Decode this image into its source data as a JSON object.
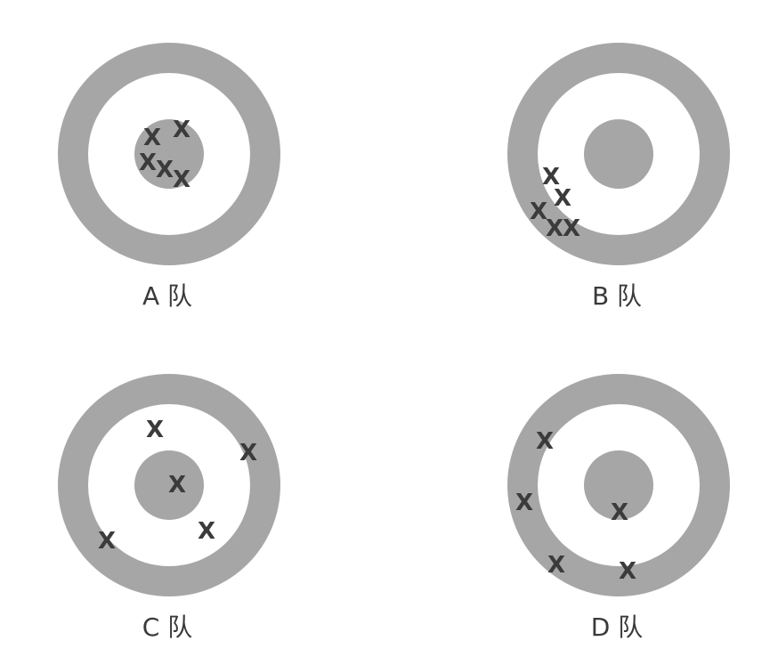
{
  "targets": [
    {
      "label": "A 队",
      "hits": [
        "X",
        "X",
        "X",
        "X",
        "X"
      ]
    },
    {
      "label": "B 队",
      "hits": [
        "X",
        "X",
        "X",
        "X",
        "X"
      ]
    },
    {
      "label": "C 队",
      "hits": [
        "X",
        "X",
        "X",
        "X",
        "X"
      ]
    },
    {
      "label": "D 队",
      "hits": [
        "X",
        "X",
        "X",
        "X",
        "X"
      ]
    }
  ],
  "colors": {
    "ring": "#a7a6a6",
    "mark": "#3b3b3b",
    "label": "#3a3a3a",
    "background": "#ffffff"
  }
}
